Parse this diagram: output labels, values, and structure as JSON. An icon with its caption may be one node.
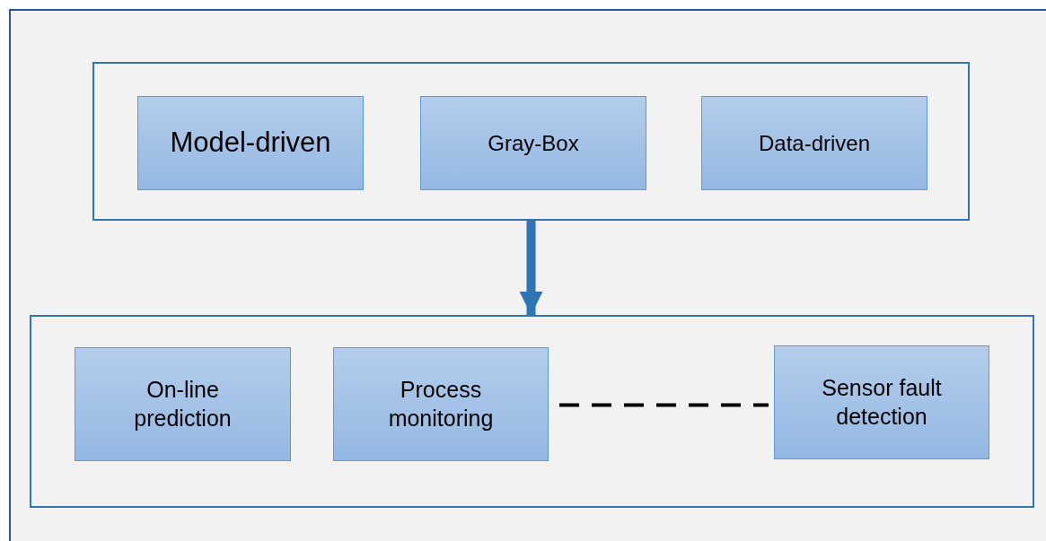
{
  "diagram": {
    "nodes": [
      {
        "text": [],
        "shape": "box"
      },
      {
        "text": [
          "Model-driven"
        ],
        "in": 0
      },
      {
        "text": [
          "Gray-Box"
        ],
        "in": 0
      },
      {
        "text": [
          "Data-driven"
        ],
        "in": 0
      },
      {
        "text": [],
        "shape": "box"
      },
      {
        "text": [
          "On-line prediction"
        ],
        "in": 4
      },
      {
        "text": [
          "Process monitoring"
        ],
        "in": 4
      },
      {
        "text": [
          "Sensor fault detection"
        ],
        "in": 4
      }
    ],
    "edges": [
      {
        "from": 0,
        "to": 4,
        "arrow": "to",
        "style": "thick",
        "color": "#2e75b6"
      },
      {
        "from": 6,
        "to": 7,
        "arrow": "none",
        "style": "dashed",
        "color": "#000000"
      }
    ]
  }
}
